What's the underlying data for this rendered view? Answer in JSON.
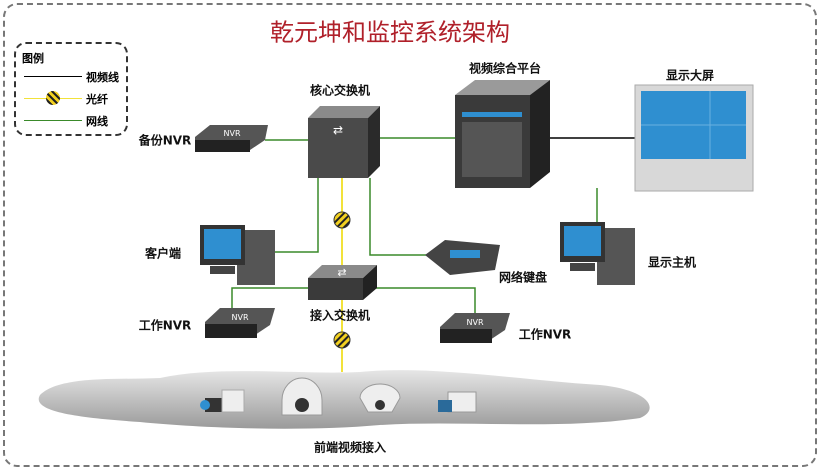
{
  "title": "乾元坤和监控系统架构",
  "legend": {
    "title": "图例",
    "video_line": "视频线",
    "fiber": "光纤",
    "network_line": "网线"
  },
  "colors": {
    "title": "#b0202a",
    "video_line": "#000000",
    "fiber": "#f2e23a",
    "network_line": "#3a8a2a",
    "screen": "#2f8fd0"
  },
  "nodes": {
    "core_switch": "核心交换机",
    "video_platform": "视频综合平台",
    "big_screen": "显示大屏",
    "backup_nvr": "备份NVR",
    "client": "客户端",
    "display_host": "显示主机",
    "network_keyboard": "网络键盘",
    "access_switch": "接入交换机",
    "work_nvr_left": "工作NVR",
    "work_nvr_right": "工作NVR",
    "frontend": "前端视频接入"
  },
  "nvr_badge": "NVR"
}
